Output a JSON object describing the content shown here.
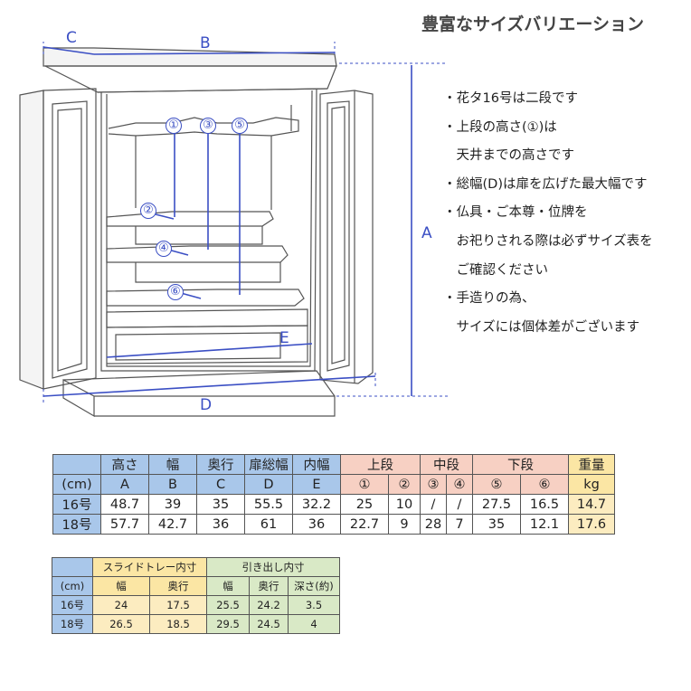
{
  "title": "豊富なサイズバリエーション",
  "dimension_labels": {
    "a": "A",
    "b": "B",
    "c": "C",
    "d": "D",
    "e": "E"
  },
  "shelf_markers": [
    "①",
    "②",
    "③",
    "④",
    "⑤",
    "⑥"
  ],
  "notes": [
    "・花タ16号は二段です",
    "・上段の高さ(①)は",
    "　天井までの高さです",
    "・総幅(D)は扉を広げた最大幅です",
    "・仏具・ご本尊・位牌を",
    "　お祀りされる際は必ずサイズ表を",
    "　ご確認ください",
    "・手造りの為、",
    "　サイズには個体差がございます"
  ],
  "size_table": {
    "headers": [
      "高さ",
      "幅",
      "奥行",
      "扉総幅",
      "内幅",
      "上段",
      "中段",
      "下段",
      "重量"
    ],
    "unit_row": [
      "(cm)",
      "A",
      "B",
      "C",
      "D",
      "E",
      "①",
      "②",
      "③",
      "④",
      "⑤",
      "⑥",
      "kg"
    ],
    "rows": [
      [
        "16号",
        "48.7",
        "39",
        "35",
        "55.5",
        "32.2",
        "25",
        "10",
        "/",
        "/",
        "27.5",
        "16.5",
        "14.7"
      ],
      [
        "18号",
        "57.7",
        "42.7",
        "36",
        "61",
        "36",
        "22.7",
        "9",
        "28",
        "7",
        "35",
        "12.1",
        "17.6"
      ]
    ]
  },
  "inner_table": {
    "group_headers": [
      "スライドトレー内寸",
      "引き出し内寸"
    ],
    "sub_headers": [
      "(cm)",
      "幅",
      "奥行",
      "幅",
      "奥行",
      "深さ(約)"
    ],
    "rows": [
      [
        "16号",
        "24",
        "17.5",
        "25.5",
        "24.2",
        "3.5"
      ],
      [
        "18号",
        "26.5",
        "18.5",
        "29.5",
        "24.5",
        "4"
      ]
    ]
  }
}
